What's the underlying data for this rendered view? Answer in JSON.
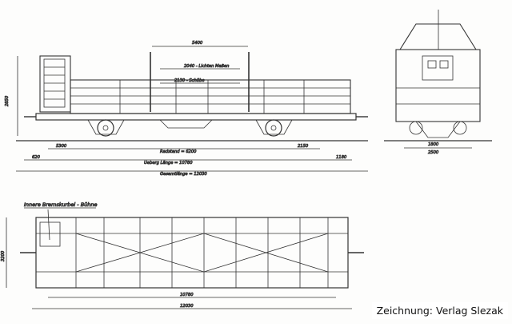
{
  "credit": "Zeichnung: Verlag Slezak",
  "side_view": {
    "top_dim": "5400",
    "dim_upper_1": "2040 - Lichten Maßen",
    "dim_upper_2": "2130 - Schübe",
    "left_dim": "2850",
    "lower_dim_a": "5300",
    "lower_dim_b": "2150",
    "dim_bottom_1": "Radstand = 6200",
    "dim_bottom_2": "Ueberg Länge = 10780",
    "dim_bottom_3": "Gesamtlänge = 12030",
    "dim_left_small": "620",
    "dim_right_small": "1180"
  },
  "end_view": {
    "dim_a": "1800",
    "dim_b": "2500"
  },
  "plan_view": {
    "label": "Innere Bremskurbel - Bühne",
    "dim_a": "3200",
    "dim_b": "10780",
    "dim_c": "12030"
  }
}
